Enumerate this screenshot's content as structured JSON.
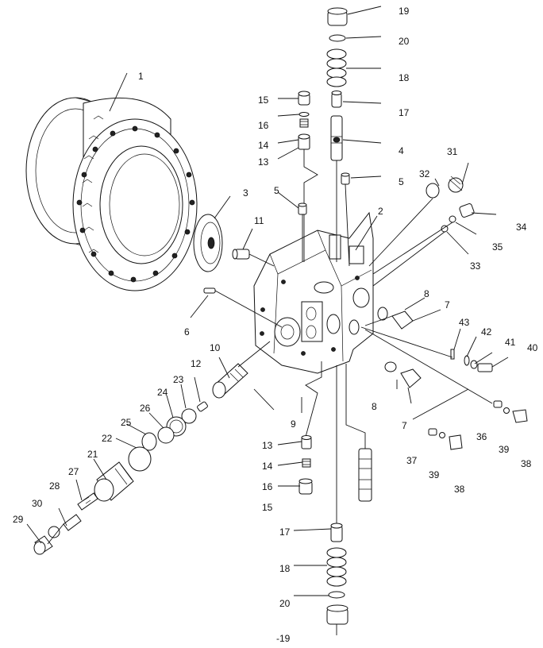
{
  "diagram": {
    "callouts": [
      {
        "id": "c19-top",
        "text": "19"
      },
      {
        "id": "c20-top",
        "text": "20"
      },
      {
        "id": "c18-top",
        "text": "18"
      },
      {
        "id": "c17-top",
        "text": "17"
      },
      {
        "id": "c4",
        "text": "4"
      },
      {
        "id": "c5-right",
        "text": "5"
      },
      {
        "id": "c31",
        "text": "31"
      },
      {
        "id": "c32",
        "text": "32"
      },
      {
        "id": "c34",
        "text": "34"
      },
      {
        "id": "c35",
        "text": "35"
      },
      {
        "id": "c33",
        "text": "33"
      },
      {
        "id": "c1",
        "text": "1"
      },
      {
        "id": "c15-top",
        "text": "15"
      },
      {
        "id": "c16-top",
        "text": "16"
      },
      {
        "id": "c14-top",
        "text": "14"
      },
      {
        "id": "c13-top",
        "text": "13"
      },
      {
        "id": "c3",
        "text": "3"
      },
      {
        "id": "c5-left",
        "text": "5"
      },
      {
        "id": "c2",
        "text": "2"
      },
      {
        "id": "c11",
        "text": "11"
      },
      {
        "id": "c6",
        "text": "6"
      },
      {
        "id": "c8-top",
        "text": "8"
      },
      {
        "id": "c7-top",
        "text": "7"
      },
      {
        "id": "c43",
        "text": "43"
      },
      {
        "id": "c42",
        "text": "42"
      },
      {
        "id": "c41",
        "text": "41"
      },
      {
        "id": "c40",
        "text": "40"
      },
      {
        "id": "c10",
        "text": "10"
      },
      {
        "id": "c12",
        "text": "12"
      },
      {
        "id": "c23",
        "text": "23"
      },
      {
        "id": "c24",
        "text": "24"
      },
      {
        "id": "c26",
        "text": "26"
      },
      {
        "id": "c25",
        "text": "25"
      },
      {
        "id": "c22",
        "text": "22"
      },
      {
        "id": "c21",
        "text": "21"
      },
      {
        "id": "c27",
        "text": "27"
      },
      {
        "id": "c28",
        "text": "28"
      },
      {
        "id": "c30",
        "text": "30"
      },
      {
        "id": "c29",
        "text": "29"
      },
      {
        "id": "c9",
        "text": "9"
      },
      {
        "id": "c8-bottom",
        "text": "8"
      },
      {
        "id": "c7-bottom",
        "text": "7"
      },
      {
        "id": "c36",
        "text": "36"
      },
      {
        "id": "c37",
        "text": "37"
      },
      {
        "id": "c39-right",
        "text": "39"
      },
      {
        "id": "c38-right",
        "text": "38"
      },
      {
        "id": "c39-mid",
        "text": "39"
      },
      {
        "id": "c38-mid",
        "text": "38"
      },
      {
        "id": "c13-bottom",
        "text": "13"
      },
      {
        "id": "c14-bottom",
        "text": "14"
      },
      {
        "id": "c16-bottom",
        "text": "16"
      },
      {
        "id": "c15-bottom",
        "text": "15"
      },
      {
        "id": "c17-bottom",
        "text": "17"
      },
      {
        "id": "c18-bottom",
        "text": "18"
      },
      {
        "id": "c20-bottom",
        "text": "20"
      },
      {
        "id": "c19-bottom",
        "text": "-19"
      }
    ]
  }
}
